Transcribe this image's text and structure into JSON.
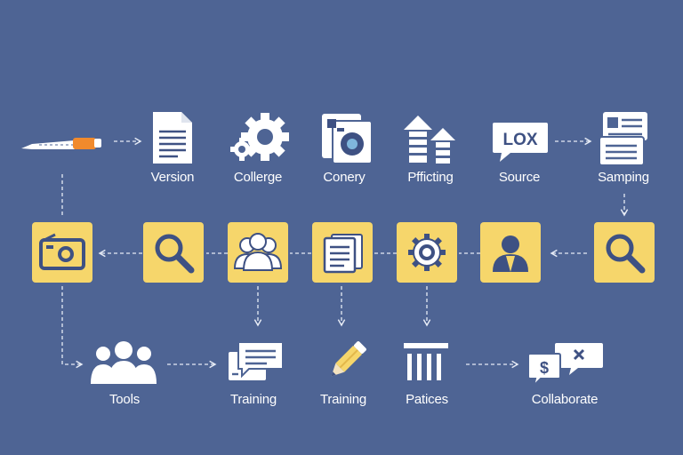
{
  "colors": {
    "background": "#4e6494",
    "box": "#f6d66b",
    "icon_dark": "#3e5183",
    "icon_white": "#ffffff",
    "connector": "#e6ebf5",
    "accent_orange": "#f18a2c"
  },
  "top_row": [
    {
      "id": "pen",
      "icon": "pen-icon",
      "label": ""
    },
    {
      "id": "version",
      "icon": "document-icon",
      "label": "Version"
    },
    {
      "id": "collerge",
      "icon": "gears-icon",
      "label": "Collerge"
    },
    {
      "id": "conery",
      "icon": "media-files-icon",
      "label": "Conery"
    },
    {
      "id": "pfficting",
      "icon": "up-arrows-icon",
      "label": "Pfficting"
    },
    {
      "id": "source",
      "icon": "speech-bubble-icon",
      "bubble_text": "LOX",
      "label": "Source"
    },
    {
      "id": "samping",
      "icon": "id-cards-icon",
      "label": "Samping"
    }
  ],
  "middle_row": [
    {
      "id": "m1",
      "icon": "camera-icon"
    },
    {
      "id": "m2",
      "icon": "magnifier-icon"
    },
    {
      "id": "m3",
      "icon": "users-group-icon"
    },
    {
      "id": "m4",
      "icon": "documents-icon"
    },
    {
      "id": "m5",
      "icon": "settings-gear-icon"
    },
    {
      "id": "m6",
      "icon": "user-icon"
    },
    {
      "id": "m7",
      "icon": "magnifier-icon"
    }
  ],
  "bottom_row": [
    {
      "id": "tools",
      "icon": "people-icon",
      "label": "Tools"
    },
    {
      "id": "training1",
      "icon": "chat-cards-icon",
      "label": "Training"
    },
    {
      "id": "training2",
      "icon": "pencil-icon",
      "label": "Training"
    },
    {
      "id": "patices",
      "icon": "columns-icon",
      "label": "Patices"
    },
    {
      "id": "collaborate",
      "icon": "chat-money-icon",
      "label": "Collaborate"
    }
  ]
}
